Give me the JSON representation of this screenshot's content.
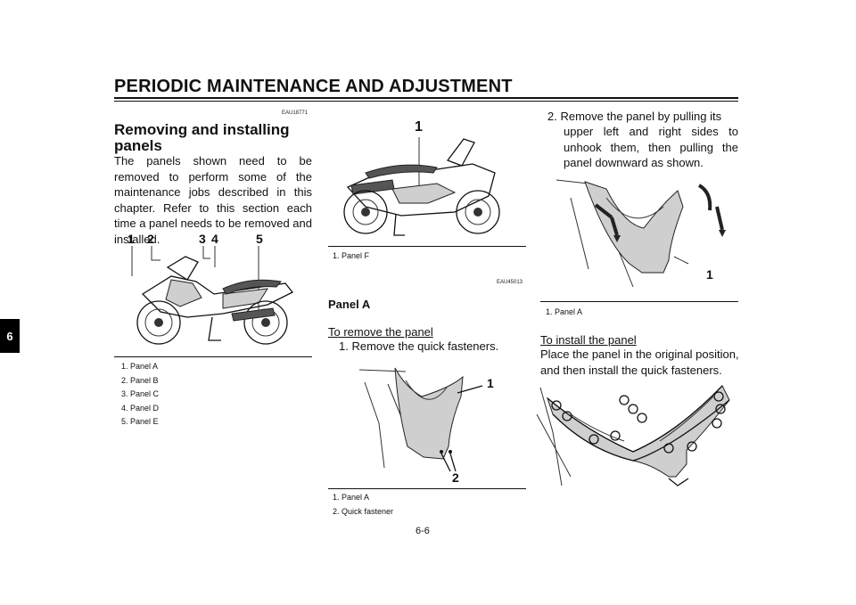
{
  "header": {
    "title": "PERIODIC MAINTENANCE AND ADJUSTMENT"
  },
  "side_tab": {
    "label": "6"
  },
  "col1": {
    "code": "EAU18771",
    "heading_line1": "Removing and installing",
    "heading_line2": "panels",
    "paragraph": "The panels shown need to be removed to perform some of the maintenance jobs described in this chapter. Refer to this section each time a panel needs to be removed and installed.",
    "figure_numbers": [
      "1",
      "2",
      "3",
      "4",
      "5"
    ],
    "captions": [
      "1.  Panel A",
      "2.  Panel B",
      "3.  Panel C",
      "4.  Panel D",
      "5.  Panel E"
    ]
  },
  "col2": {
    "figure_number": "1",
    "caption": "1.  Panel F",
    "code": "EAU45013",
    "heading": "Panel A",
    "subheading": "To remove the panel",
    "step1": "1.  Remove the quick fasteners.",
    "figure2_numbers": [
      "1",
      "2"
    ],
    "captions2": [
      "1.  Panel A",
      "2.  Quick fastener"
    ],
    "page_number": "6-6"
  },
  "col3": {
    "step2_line1": "2.  Remove the panel by pulling its",
    "step2_rest": "upper left and right sides to unhook them, then pulling the panel downward as shown.",
    "figure_number": "1",
    "caption": "1.  Panel A",
    "subheading": "To install the panel",
    "paragraph": "Place the panel in the original position, and then install the quick fasteners."
  }
}
